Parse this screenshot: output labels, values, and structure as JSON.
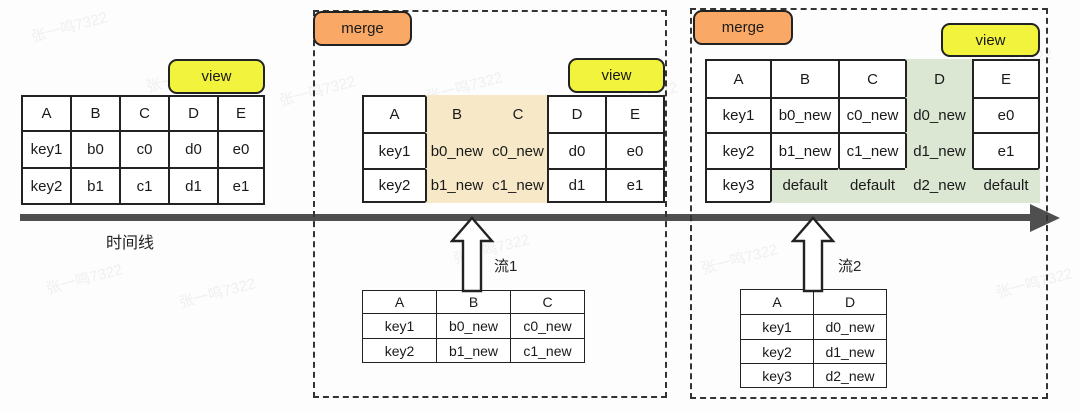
{
  "watermark": {
    "text": "张一鸣7322"
  },
  "badges": {
    "merge": "merge",
    "view": "view"
  },
  "labels": {
    "timeline": "时间线",
    "stream1": "流1",
    "stream2": "流2"
  },
  "colors": {
    "cream_highlight": "#f7e9c8",
    "green_highlight": "#dbe7d3",
    "merge_fill": "#f9a965",
    "view_fill": "#f2f33d",
    "timeline": "#4f4f4f"
  },
  "tables": {
    "initial": {
      "rows": [
        [
          "A",
          "B",
          "C",
          "D",
          "E"
        ],
        [
          "key1",
          "b0",
          "c0",
          "d0",
          "e0"
        ],
        [
          "key2",
          "b1",
          "c1",
          "d1",
          "e1"
        ]
      ],
      "highlights": [],
      "highlight_color": null
    },
    "merged1": {
      "rows": [
        [
          "A",
          "B",
          "C",
          "D",
          "E"
        ],
        [
          "key1",
          "b0_new",
          "c0_new",
          "d0",
          "e0"
        ],
        [
          "key2",
          "b1_new",
          "c1_new",
          "d1",
          "e1"
        ]
      ],
      "highlights": [
        [
          0,
          1
        ],
        [
          0,
          2
        ],
        [
          1,
          1
        ],
        [
          1,
          2
        ],
        [
          2,
          1
        ],
        [
          2,
          2
        ]
      ],
      "highlight_color": "cream_highlight"
    },
    "merged2": {
      "rows": [
        [
          "A",
          "B",
          "C",
          "D",
          "E"
        ],
        [
          "key1",
          "b0_new",
          "c0_new",
          "d0_new",
          "e0"
        ],
        [
          "key2",
          "b1_new",
          "c1_new",
          "d1_new",
          "e1"
        ],
        [
          "key3",
          "default",
          "default",
          "d2_new",
          "default"
        ]
      ],
      "highlights": [
        [
          0,
          3
        ],
        [
          1,
          3
        ],
        [
          2,
          3
        ],
        [
          3,
          1
        ],
        [
          3,
          2
        ],
        [
          3,
          3
        ],
        [
          3,
          4
        ]
      ],
      "highlight_color": "green_highlight"
    },
    "stream1": {
      "rows": [
        [
          "A",
          "B",
          "C"
        ],
        [
          "key1",
          "b0_new",
          "c0_new"
        ],
        [
          "key2",
          "b1_new",
          "c1_new"
        ]
      ],
      "highlights": [],
      "highlight_color": null
    },
    "stream2": {
      "rows": [
        [
          "A",
          "D"
        ],
        [
          "key1",
          "d0_new"
        ],
        [
          "key2",
          "d1_new"
        ],
        [
          "key3",
          "d2_new"
        ]
      ],
      "highlights": [],
      "highlight_color": null
    }
  }
}
